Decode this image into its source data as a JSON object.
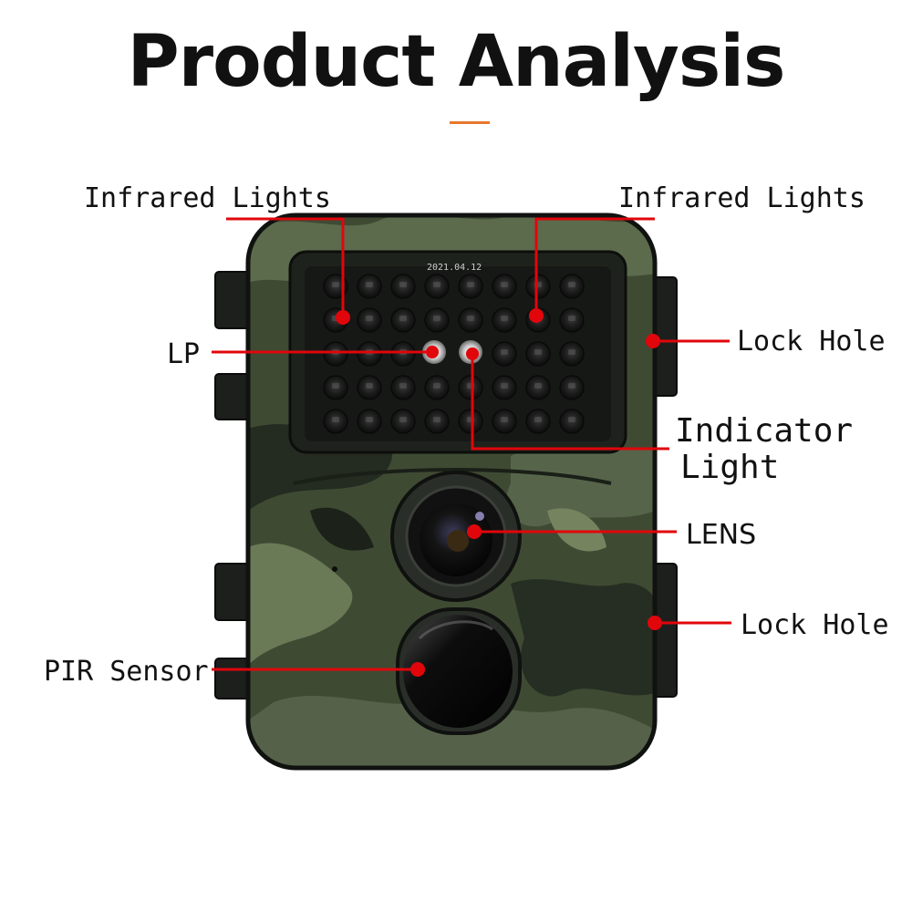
{
  "page": {
    "title": "Product Analysis",
    "accent_color": "#e8772e",
    "callout_color": "#e0060b"
  },
  "device": {
    "date_stamp": "2021.04.12",
    "body_style": "green camouflage",
    "icons": [
      "trail-camera",
      "infrared-led",
      "camera-lens",
      "pir-sensor-window"
    ]
  },
  "callouts": {
    "infrared_left": "Infrared Lights",
    "infrared_right": "Infrared Lights",
    "lp": "LP",
    "lock_hole_top": "Lock Hole",
    "indicator_line1": "Indicator",
    "indicator_line2": "Light",
    "lens": "LENS",
    "lock_hole_bottom": "Lock Hole",
    "pir_sensor": "PIR Sensor"
  }
}
